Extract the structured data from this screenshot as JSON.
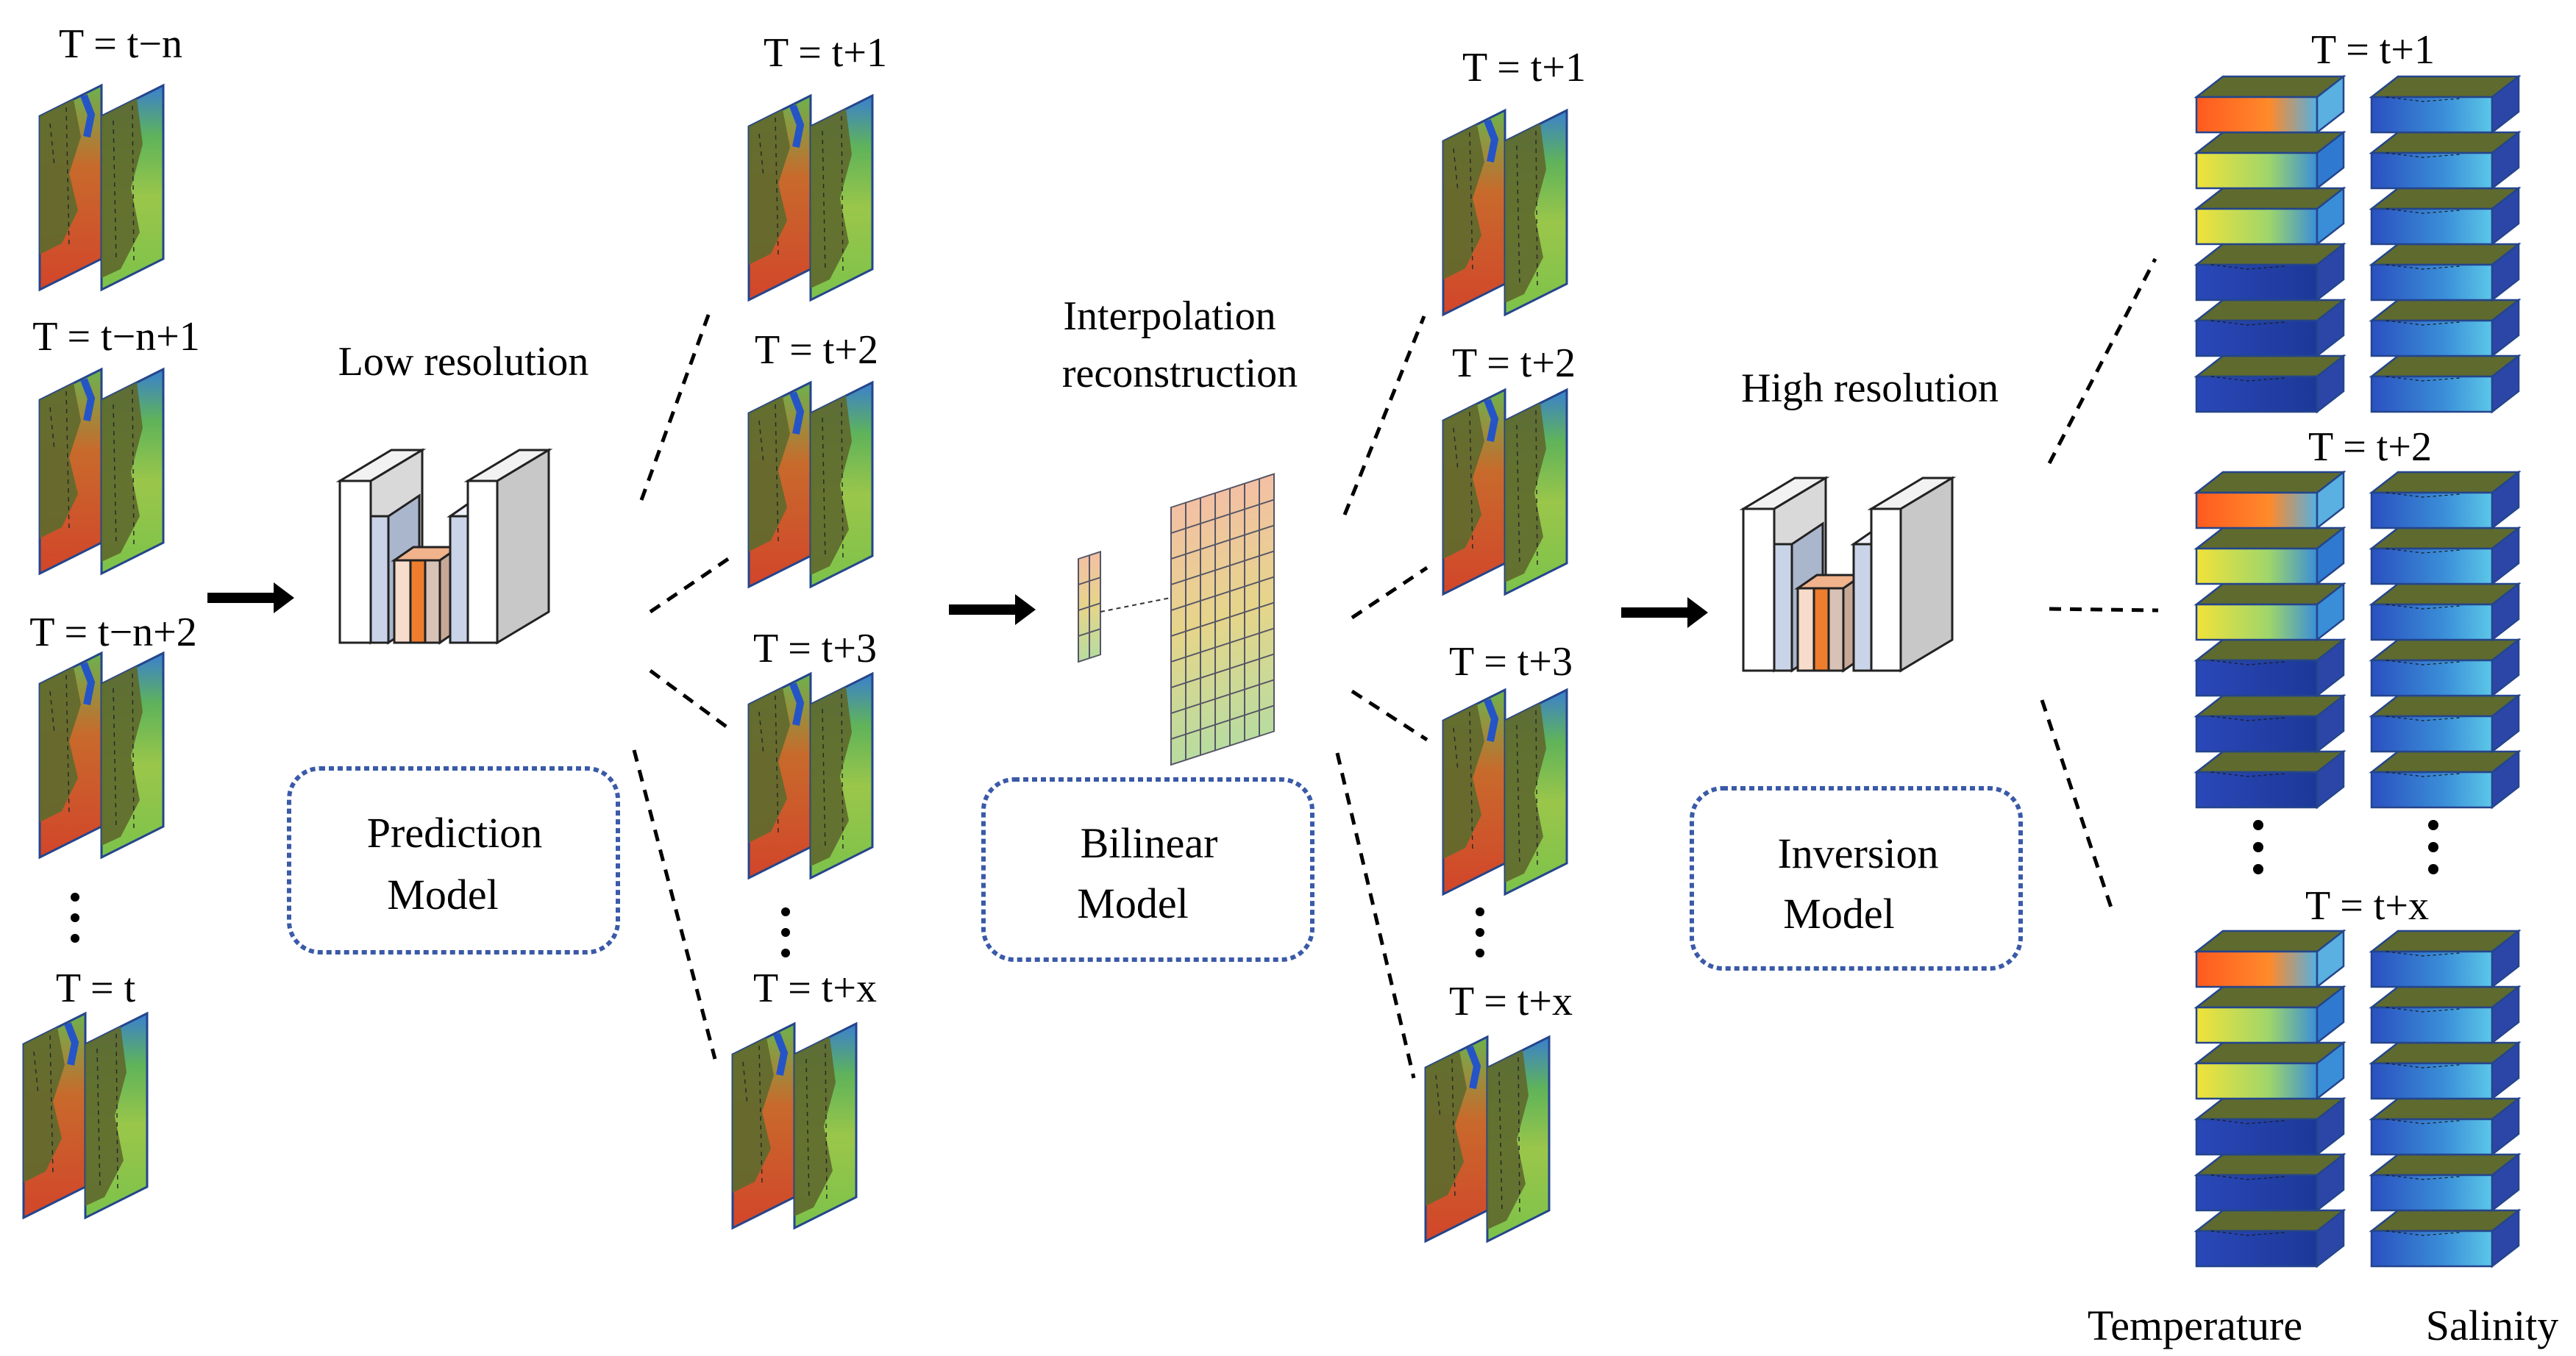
{
  "input_column": {
    "time_labels": [
      "T = t−n",
      "T = t−n+1",
      "T = t−n+2",
      "T = t"
    ]
  },
  "prediction_stage": {
    "header": "Low resolution",
    "model_name_line1": "Prediction",
    "model_name_line2": "Model"
  },
  "predicted_column": {
    "time_labels": [
      "T = t+1",
      "T = t+2",
      "T = t+3",
      "T = t+x"
    ]
  },
  "interpolation_stage": {
    "header_line1": "Interpolation",
    "header_line2": "reconstruction",
    "model_name_line1": "Bilinear",
    "model_name_line2": "Model"
  },
  "interpolated_column": {
    "time_labels": [
      "T = t+1",
      "T = t+2",
      "T = t+3",
      "T = t+x"
    ]
  },
  "inversion_stage": {
    "header": "High resolution",
    "model_name_line1": "Inversion",
    "model_name_line2": "Model"
  },
  "output_column": {
    "time_labels": [
      "T = t+1",
      "T = t+2",
      "T = t+x"
    ],
    "variable_labels": [
      "Temperature",
      "Salinity"
    ]
  },
  "colors": {
    "ocean_warm": "#d2452a",
    "ocean_mid": "#7cc24a",
    "ocean_cold": "#2554c7",
    "land": "#5f6a2e",
    "model_box_border": "#3a5aa8",
    "encoder_orange": "#ee7d2e"
  }
}
